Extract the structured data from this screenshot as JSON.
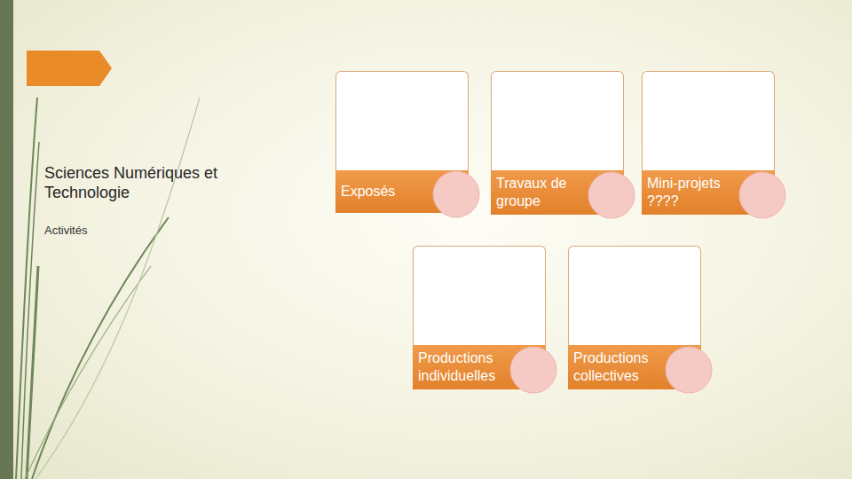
{
  "diagram": {
    "title": "Sciences Numériques et Technologie",
    "nodes": [
      {
        "text": [
          "Exposés"
        ]
      },
      {
        "text": [
          "Travaux de groupe"
        ]
      },
      {
        "text": [
          "Mini-projets ????"
        ]
      },
      {
        "text": [
          "Productions individuelles"
        ]
      },
      {
        "text": [
          "Productions collectives"
        ]
      }
    ],
    "labels": [
      "Activités"
    ]
  }
}
